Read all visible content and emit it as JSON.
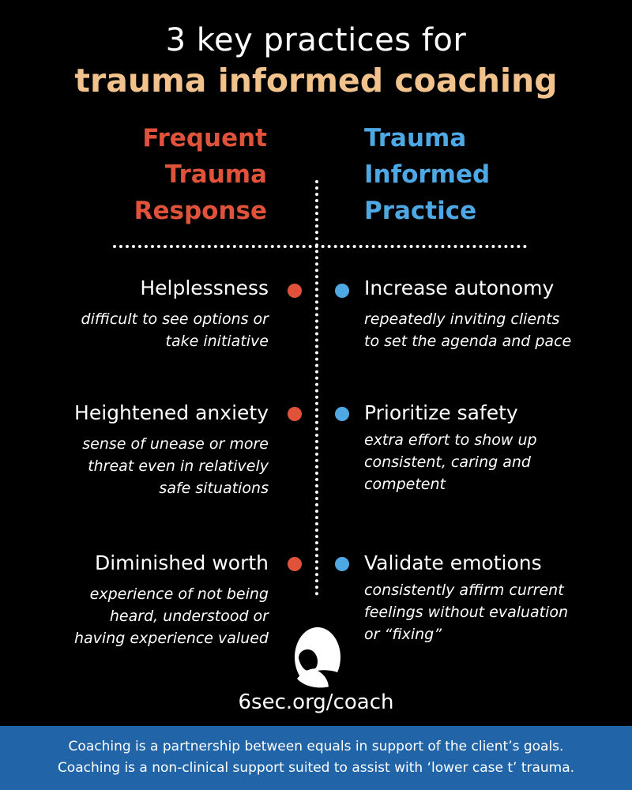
{
  "title": {
    "line1": "3 key practices for",
    "line2": "trauma informed coaching"
  },
  "columns": {
    "left_heading": [
      "Frequent",
      "Trauma",
      "Response"
    ],
    "right_heading": [
      "Trauma",
      "Informed",
      "Practice"
    ]
  },
  "rows": [
    {
      "response": "Helplessness",
      "response_desc": [
        "difficult to see options or",
        "take initiative"
      ],
      "practice": "Increase autonomy",
      "practice_desc": [
        "repeatedly inviting clients",
        "to set the agenda and pace"
      ]
    },
    {
      "response": "Heightened anxiety",
      "response_desc": [
        "sense of unease or more",
        "threat even in relatively",
        "safe situations"
      ],
      "practice": "Prioritize safety",
      "practice_desc": [
        "extra effort to show up",
        "consistent, caring and",
        "competent"
      ]
    },
    {
      "response": "Diminished worth",
      "response_desc": [
        "experience of not being",
        "heard, understood or",
        "having experience valued"
      ],
      "practice": "Validate emotions",
      "practice_desc": [
        "consistently affirm current",
        "feelings without evaluation",
        "or “fixing”"
      ]
    }
  ],
  "logo_icon": "six-seconds-logo-icon",
  "url": "6sec.org/coach",
  "footer": {
    "line1": "Coaching is a partnership between equals in support of the client’s goals.",
    "line2": "Coaching is a non-clinical support suited to assist with ‘lower case t’ trauma."
  },
  "colors": {
    "background": "#000000",
    "title_accent": "#f2c28d",
    "response_red": "#e0533a",
    "practice_blue": "#4ea8e4",
    "footer_blue": "#2165a8"
  }
}
